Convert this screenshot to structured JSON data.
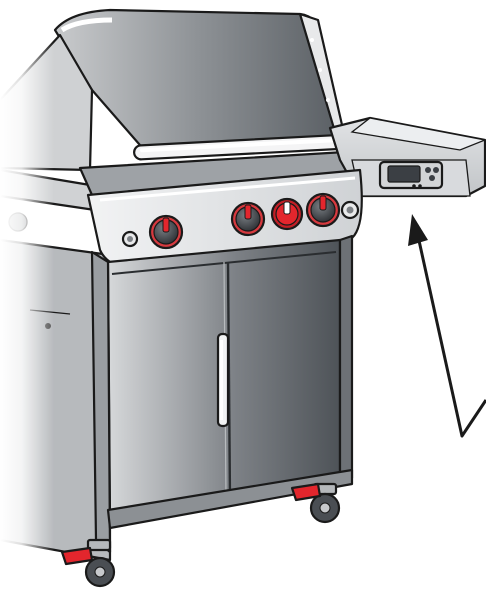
{
  "illustration": {
    "subject": "grill-product-illustration",
    "parts": [
      "lid",
      "lid-handle",
      "control-panel",
      "side-table",
      "display-unit",
      "cabinet-doors",
      "door-handle",
      "casters",
      "brake-pedal"
    ],
    "knob_count": 4,
    "highlighted_knob_index": 2,
    "pointer": "arrow-to-display-unit"
  },
  "colors": {
    "steel_dark": "#555a60",
    "steel_light": "#d9dbdd",
    "panel": "#e6e7e9",
    "accent_red": "#e3262d",
    "outline": "#1a1a1a",
    "background": "#ffffff"
  }
}
